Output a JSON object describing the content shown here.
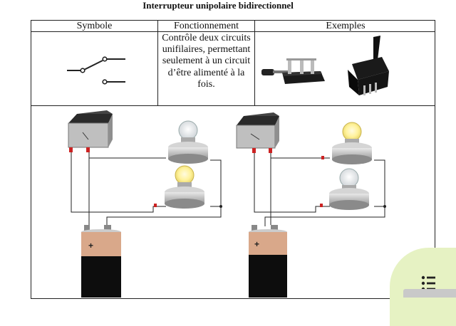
{
  "title": "Interrupteur unipolaire bidirectionnel",
  "headers": [
    "Symbole",
    "Fonctionnement",
    "Exemples"
  ],
  "description": "Contrôle deux circuits unifilaires, permettant seulement à un circuit d’être alimenté à la fois.",
  "battery_sign": "+",
  "colors": {
    "wire": "#222222",
    "battery_top": "#d9a88a",
    "battery_body": "#0d0d0d",
    "bulb_lit": "#fff29a",
    "terminal_red": "#cc2222",
    "fab_bg": "#e6f2c3"
  },
  "icons": [
    "spdt-symbol",
    "knife-switch",
    "toggle-switch",
    "rocker-switch",
    "lamp-holder",
    "battery",
    "list-menu-icon"
  ]
}
